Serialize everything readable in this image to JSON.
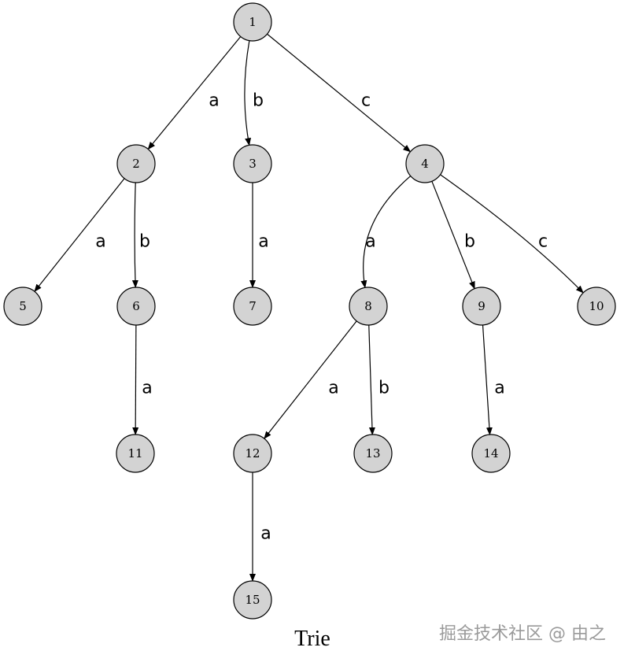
{
  "title": "Trie",
  "watermark": "掘金技术社区 @ 由之",
  "colors": {
    "node_fill": "#d3d3d3",
    "stroke": "#000000",
    "watermark": "#9a9a9a"
  },
  "nodes": [
    {
      "id": "1",
      "label": "1"
    },
    {
      "id": "2",
      "label": "2"
    },
    {
      "id": "3",
      "label": "3"
    },
    {
      "id": "4",
      "label": "4"
    },
    {
      "id": "5",
      "label": "5"
    },
    {
      "id": "6",
      "label": "6"
    },
    {
      "id": "7",
      "label": "7"
    },
    {
      "id": "8",
      "label": "8"
    },
    {
      "id": "9",
      "label": "9"
    },
    {
      "id": "10",
      "label": "10"
    },
    {
      "id": "11",
      "label": "11"
    },
    {
      "id": "12",
      "label": "12"
    },
    {
      "id": "13",
      "label": "13"
    },
    {
      "id": "14",
      "label": "14"
    },
    {
      "id": "15",
      "label": "15"
    }
  ],
  "edges": [
    {
      "from": "1",
      "to": "2",
      "label": "a"
    },
    {
      "from": "1",
      "to": "3",
      "label": "b"
    },
    {
      "from": "1",
      "to": "4",
      "label": "c"
    },
    {
      "from": "2",
      "to": "5",
      "label": "a"
    },
    {
      "from": "2",
      "to": "6",
      "label": "b"
    },
    {
      "from": "3",
      "to": "7",
      "label": "a"
    },
    {
      "from": "4",
      "to": "8",
      "label": "a"
    },
    {
      "from": "4",
      "to": "9",
      "label": "b"
    },
    {
      "from": "4",
      "to": "10",
      "label": "c"
    },
    {
      "from": "6",
      "to": "11",
      "label": "a"
    },
    {
      "from": "8",
      "to": "12",
      "label": "a"
    },
    {
      "from": "8",
      "to": "13",
      "label": "b"
    },
    {
      "from": "9",
      "to": "14",
      "label": "a"
    },
    {
      "from": "12",
      "to": "15",
      "label": "a"
    }
  ]
}
